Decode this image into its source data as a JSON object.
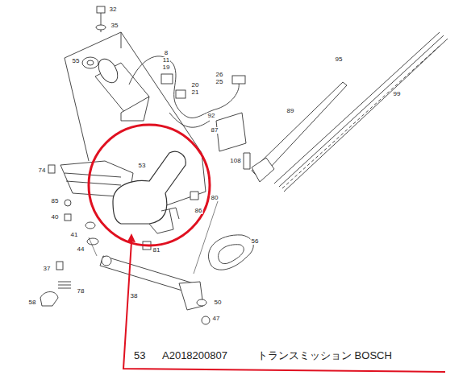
{
  "diagram": {
    "labels": [
      "32",
      "35",
      "55",
      "8",
      "11",
      "19",
      "20",
      "21",
      "26",
      "25",
      "95",
      "99",
      "89",
      "92",
      "87",
      "108",
      "74",
      "53",
      "80",
      "85",
      "86",
      "40",
      "41",
      "44",
      "81",
      "56",
      "37",
      "78",
      "58",
      "38",
      "50",
      "47",
      "53",
      "A2018200807",
      "トランスミッション BOSCH"
    ]
  }
}
